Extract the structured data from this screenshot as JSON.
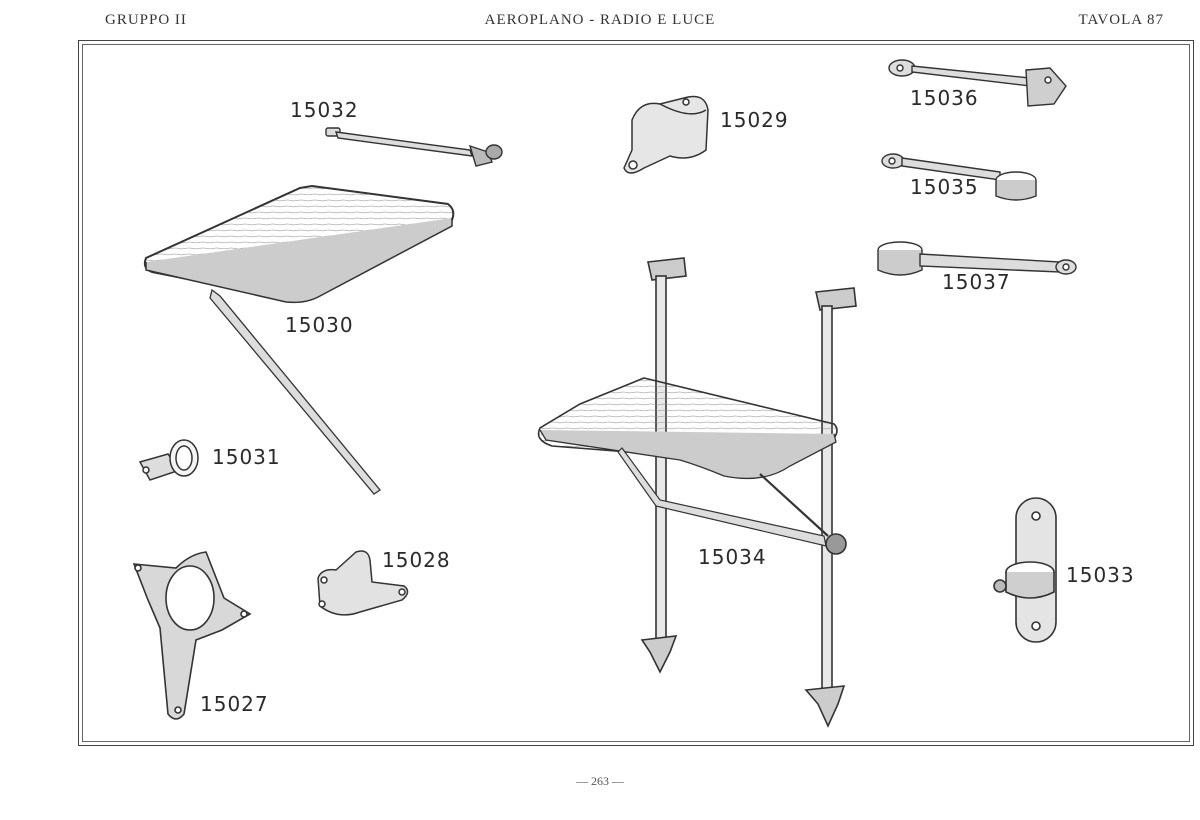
{
  "header": {
    "left": "GRUPPO II",
    "center": "AEROPLANO - RADIO E LUCE",
    "right": "TAVOLA 87"
  },
  "parts": {
    "p15032": "15032",
    "p15029": "15029",
    "p15036": "15036",
    "p15035": "15035",
    "p15037": "15037",
    "p15030": "15030",
    "p15031": "15031",
    "p15028": "15028",
    "p15027": "15027",
    "p15034": "15034",
    "p15033": "15033"
  },
  "footer": {
    "page": "— 263 —"
  }
}
